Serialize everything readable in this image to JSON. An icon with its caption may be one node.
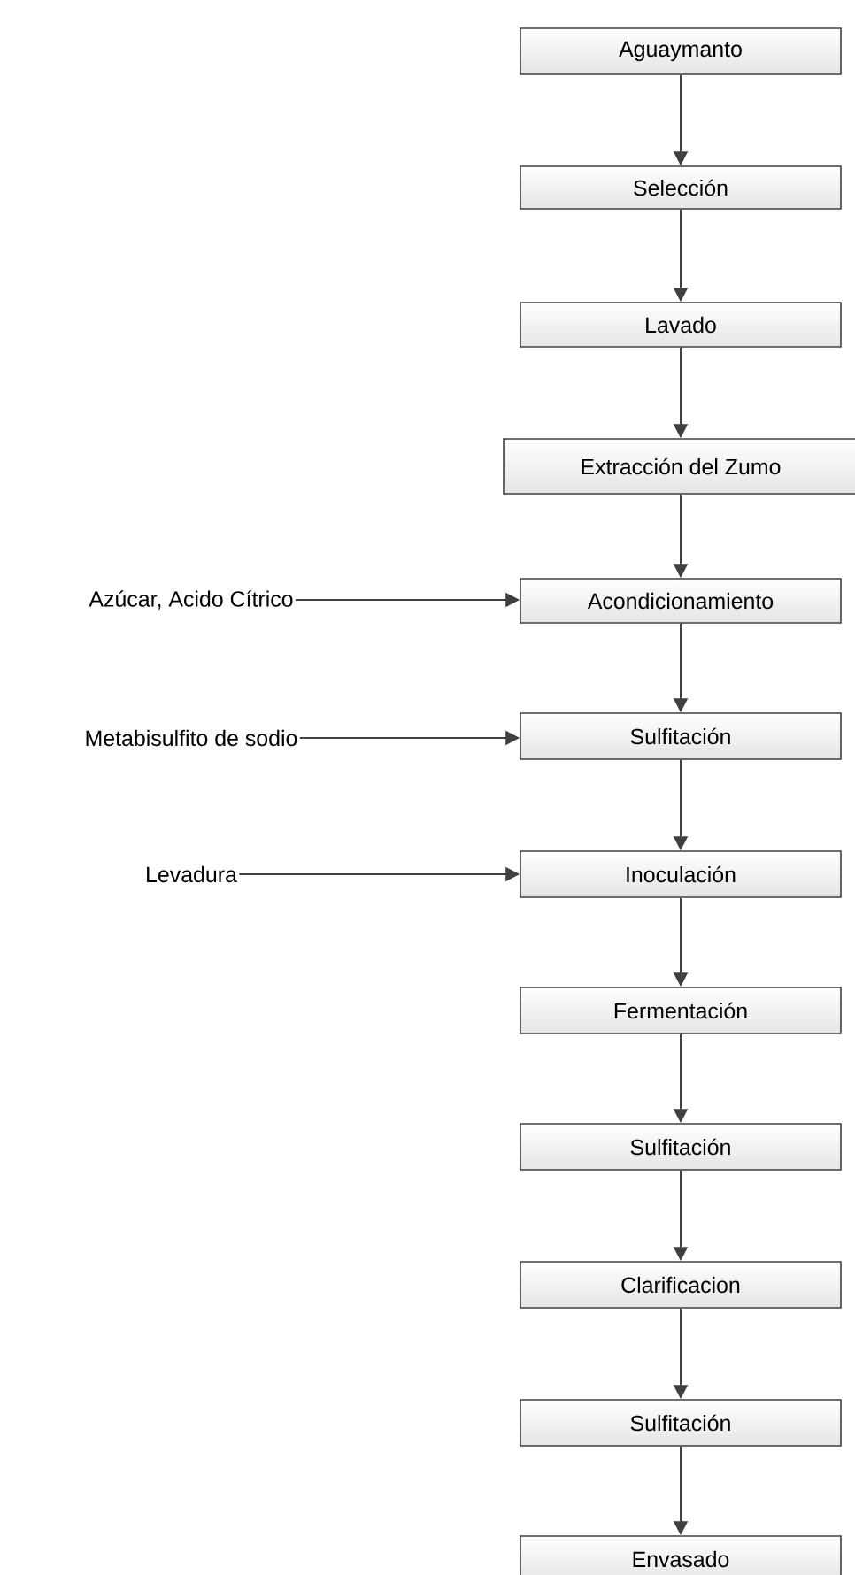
{
  "diagram": {
    "nodes": [
      {
        "text": [
          "Aguaymanto"
        ]
      },
      {
        "text": [
          "Selección"
        ]
      },
      {
        "text": [
          "Lavado"
        ]
      },
      {
        "text": [
          "Extracción del Zumo"
        ]
      },
      {
        "text": [
          "Acondicionamiento"
        ]
      },
      {
        "text": [
          "Sulfitación"
        ]
      },
      {
        "text": [
          "Inoculación"
        ]
      },
      {
        "text": [
          "Fermentación"
        ]
      },
      {
        "text": [
          "Sulfitación"
        ]
      },
      {
        "text": [
          "Clarificacion"
        ]
      },
      {
        "text": [
          "Sulfitación"
        ]
      },
      {
        "text": [
          "Envasado"
        ]
      },
      {
        "text": [
          "Azúcar, Acido Cítrico"
        ]
      },
      {
        "text": [
          "Metabisulfito de sodio"
        ]
      },
      {
        "text": [
          "Levadura"
        ]
      }
    ],
    "edges": [
      {
        "from": 0,
        "to": 1,
        "arrow": "to"
      },
      {
        "from": 1,
        "to": 2,
        "arrow": "to"
      },
      {
        "from": 2,
        "to": 3,
        "arrow": "to"
      },
      {
        "from": 3,
        "to": 4,
        "arrow": "to"
      },
      {
        "from": 4,
        "to": 5,
        "arrow": "to"
      },
      {
        "from": 5,
        "to": 6,
        "arrow": "to"
      },
      {
        "from": 6,
        "to": 7,
        "arrow": "to"
      },
      {
        "from": 7,
        "to": 8,
        "arrow": "to"
      },
      {
        "from": 8,
        "to": 9,
        "arrow": "to"
      },
      {
        "from": 9,
        "to": 10,
        "arrow": "to"
      },
      {
        "from": 10,
        "to": 11,
        "arrow": "to"
      },
      {
        "from": 12,
        "to": 4,
        "arrow": "to"
      },
      {
        "from": 13,
        "to": 5,
        "arrow": "to"
      },
      {
        "from": 14,
        "to": 6,
        "arrow": "to"
      }
    ]
  }
}
